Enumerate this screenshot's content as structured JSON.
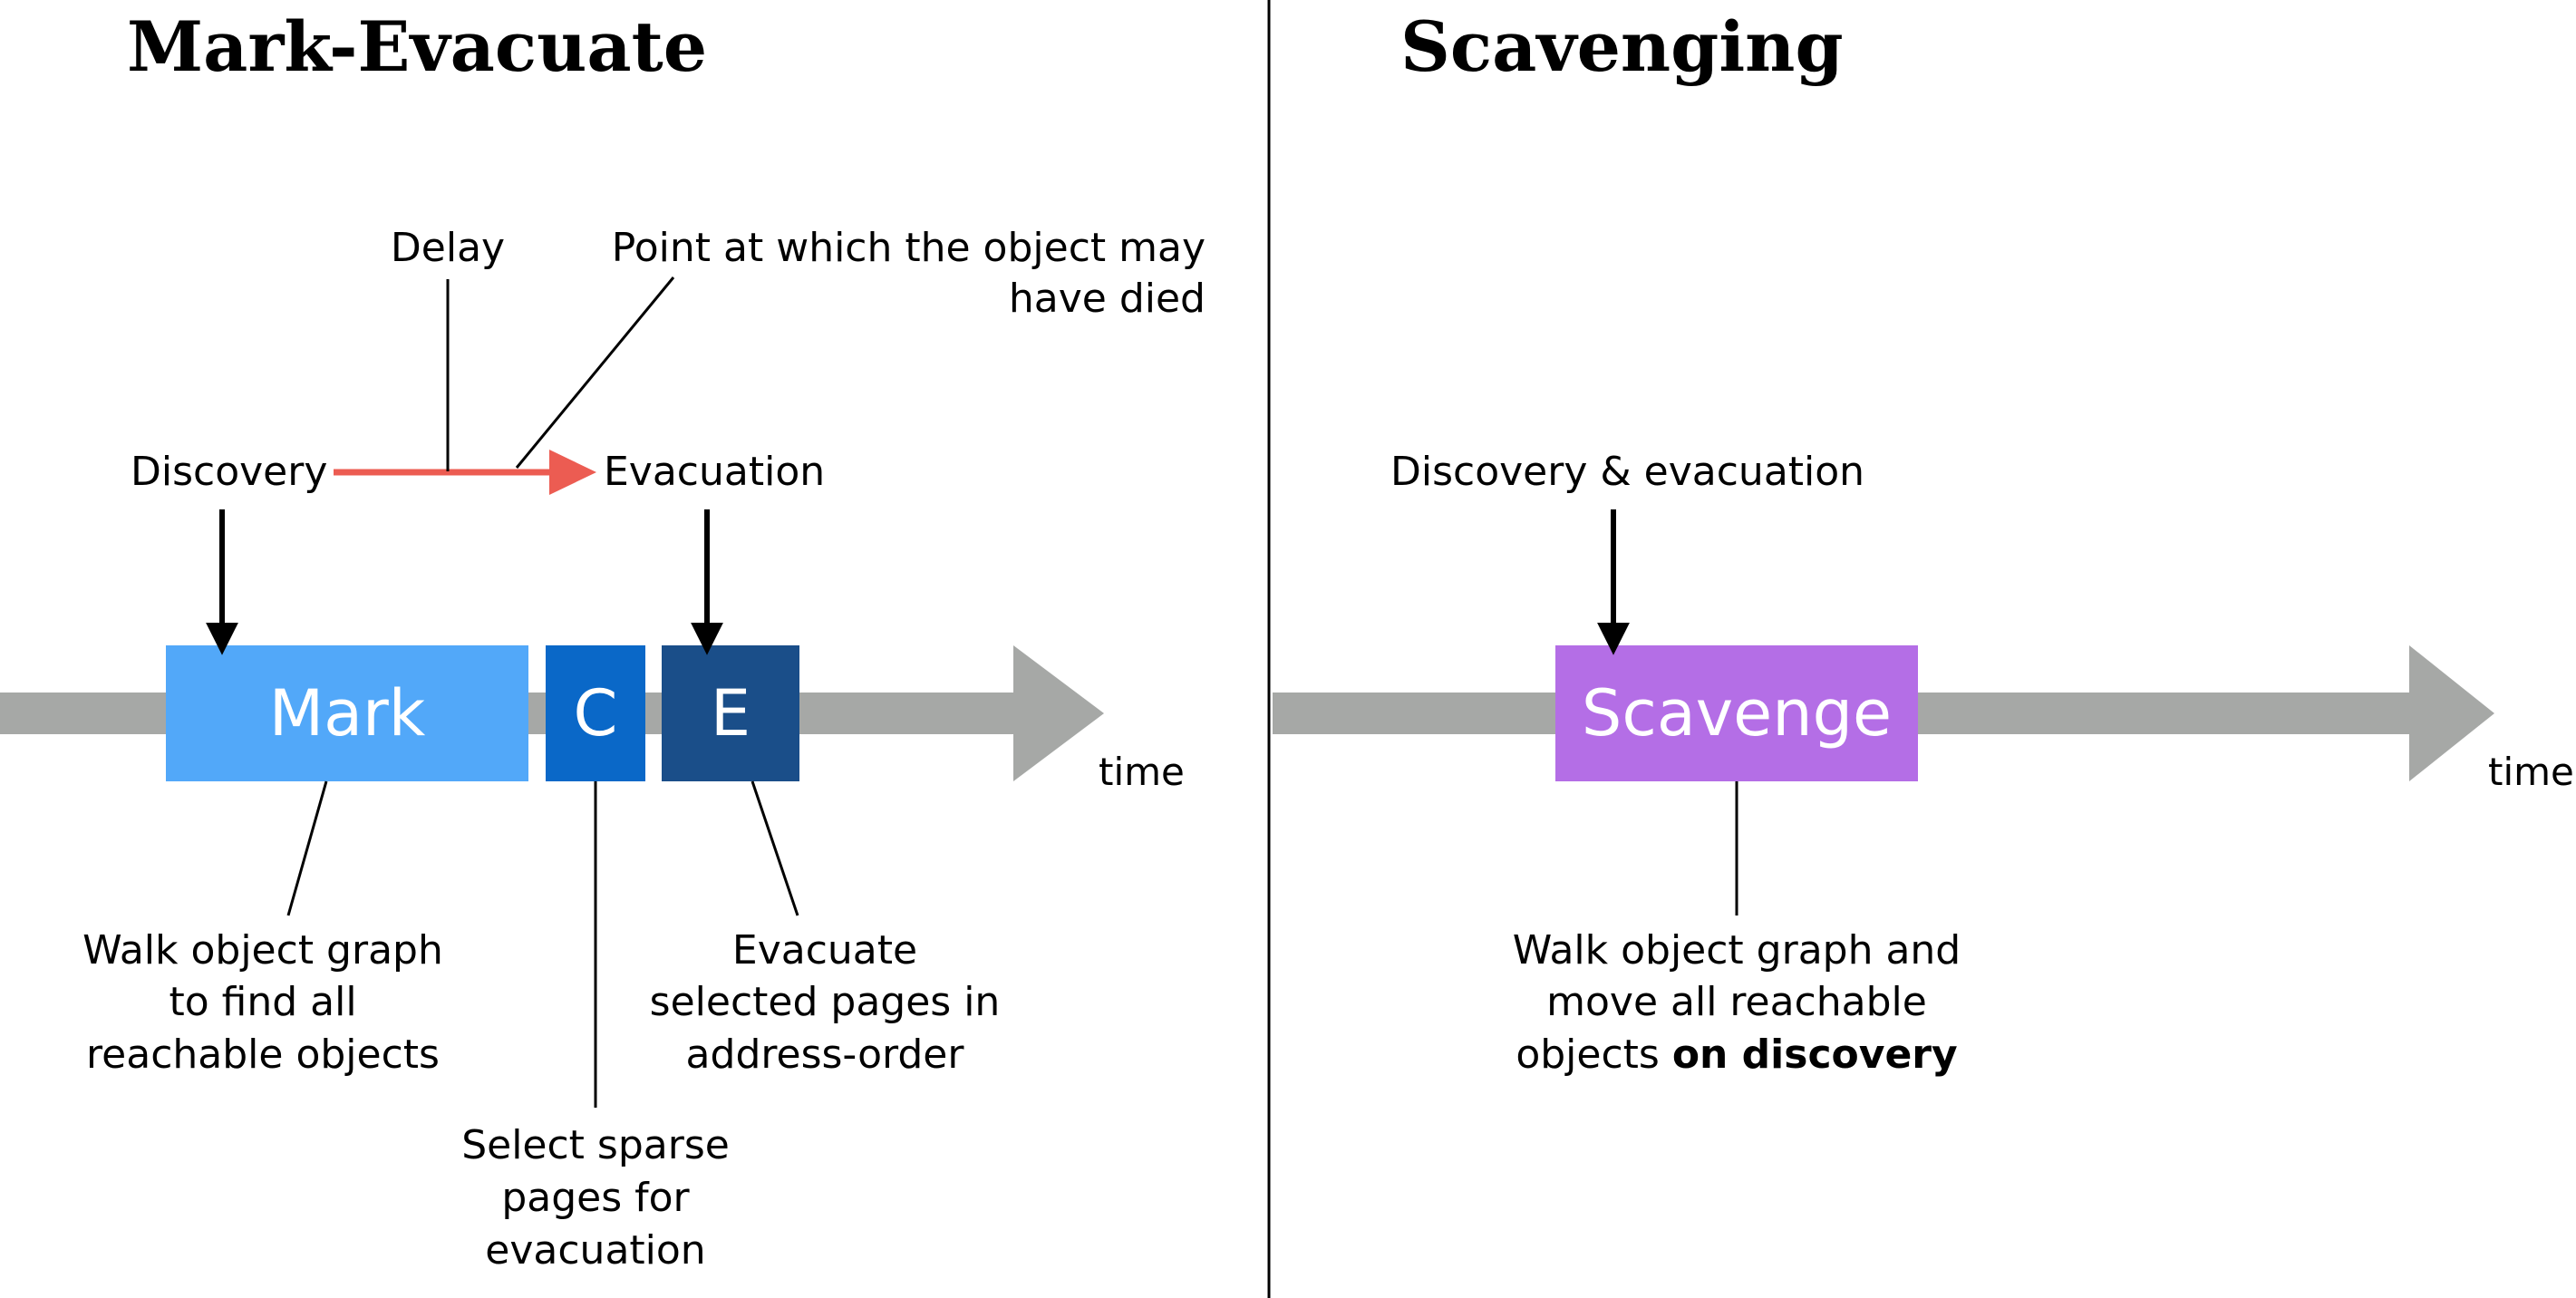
{
  "left_panel": {
    "title": "Mark-Evacuate",
    "time_label": "time",
    "events": {
      "discovery": "Discovery",
      "delay": "Delay",
      "evacuation": "Evacuation",
      "death_point_line1": "Point at which the object may",
      "death_point_line2": "have died"
    },
    "phases": {
      "mark": {
        "label": "Mark",
        "color": "#52a8f9"
      },
      "c": {
        "label": "C",
        "color": "#0a68c8"
      },
      "e": {
        "label": "E",
        "color": "#1a4e89"
      }
    },
    "notes": {
      "mark_lines": [
        "Walk object graph",
        "to find all",
        "reachable objects"
      ],
      "c_lines": [
        "Select sparse",
        "pages for",
        "evacuation"
      ],
      "e_lines": [
        "Evacuate",
        "selected pages in",
        "address-order"
      ]
    }
  },
  "right_panel": {
    "title": "Scavenging",
    "time_label": "time",
    "event": "Discovery & evacuation",
    "phase": {
      "label": "Scavenge",
      "color": "#b46ee6"
    },
    "notes": {
      "line1": "Walk object graph and",
      "line2": "move all reachable",
      "line3_prefix": "objects ",
      "line3_bold": "on discovery"
    }
  },
  "colors": {
    "timeline": "#a6a8a6",
    "delay_arrow": "#ec5c52",
    "divider": "#000000"
  }
}
